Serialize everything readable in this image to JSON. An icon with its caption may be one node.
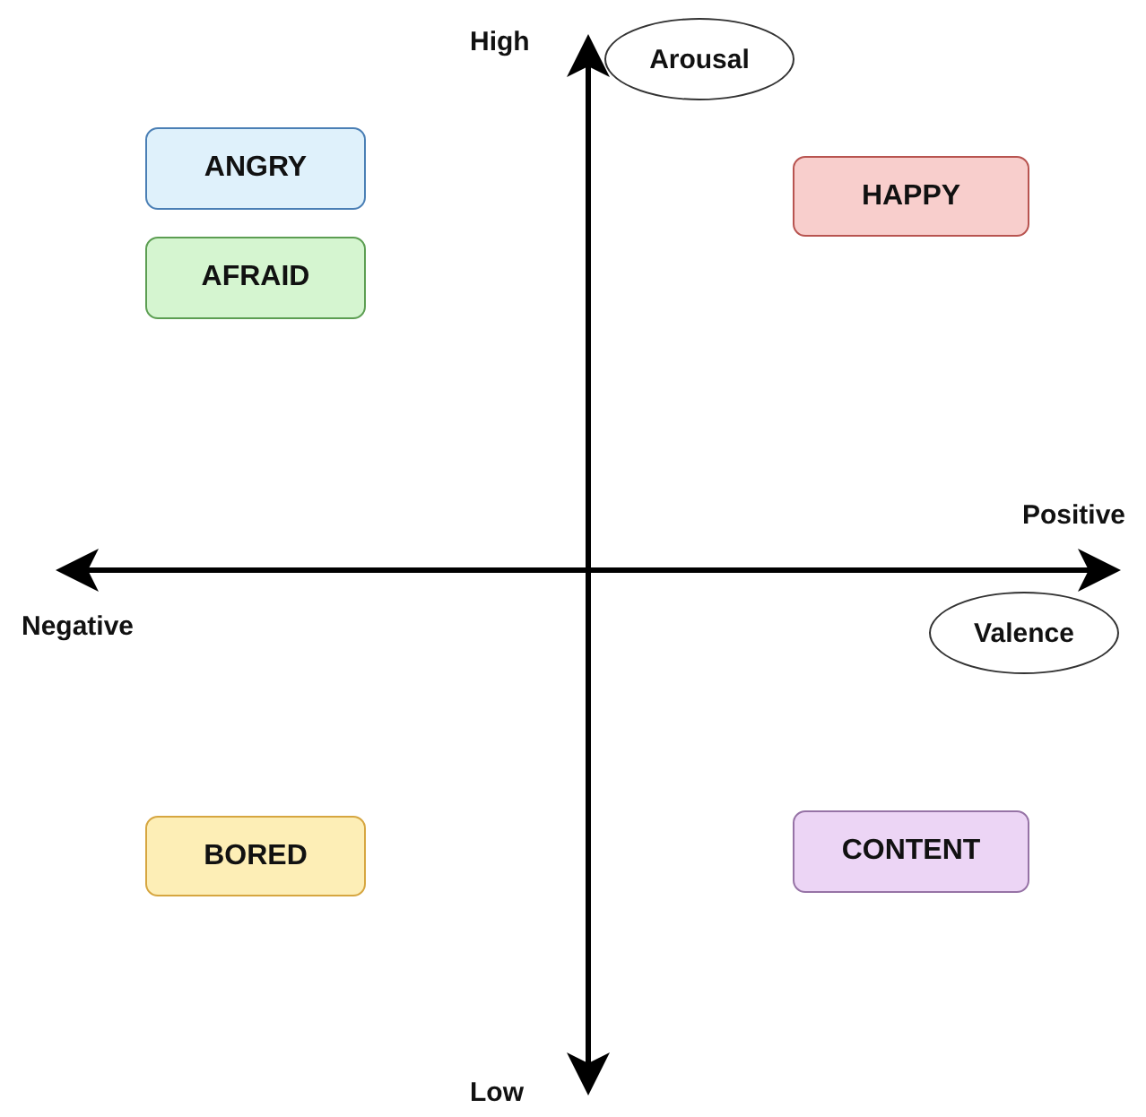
{
  "diagram": {
    "nodes": [
      {
        "text": [
          "Arousal"
        ]
      },
      {
        "text": [
          "ANGRY"
        ]
      },
      {
        "text": [
          "HAPPY"
        ]
      },
      {
        "text": [
          "AFRAID"
        ]
      },
      {
        "text": [
          "Valence"
        ]
      },
      {
        "text": [
          "BORED"
        ]
      },
      {
        "text": [
          "CONTENT"
        ]
      }
    ],
    "labels": [
      "High",
      "Positive",
      "Negative",
      "Low"
    ]
  }
}
